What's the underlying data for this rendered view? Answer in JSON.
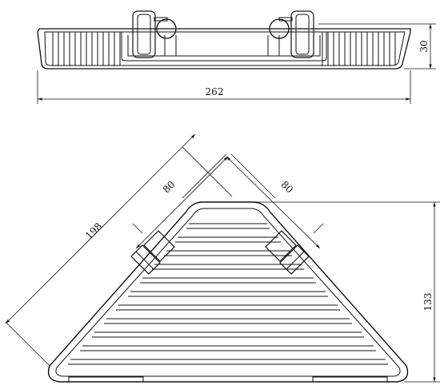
{
  "dimensions": {
    "front_width": "262",
    "front_height": "30",
    "top_diagonal": "198",
    "left_side": "80",
    "right_side": "80",
    "depth": "133"
  },
  "colors": {
    "line": "#111111",
    "background": "#ffffff"
  }
}
